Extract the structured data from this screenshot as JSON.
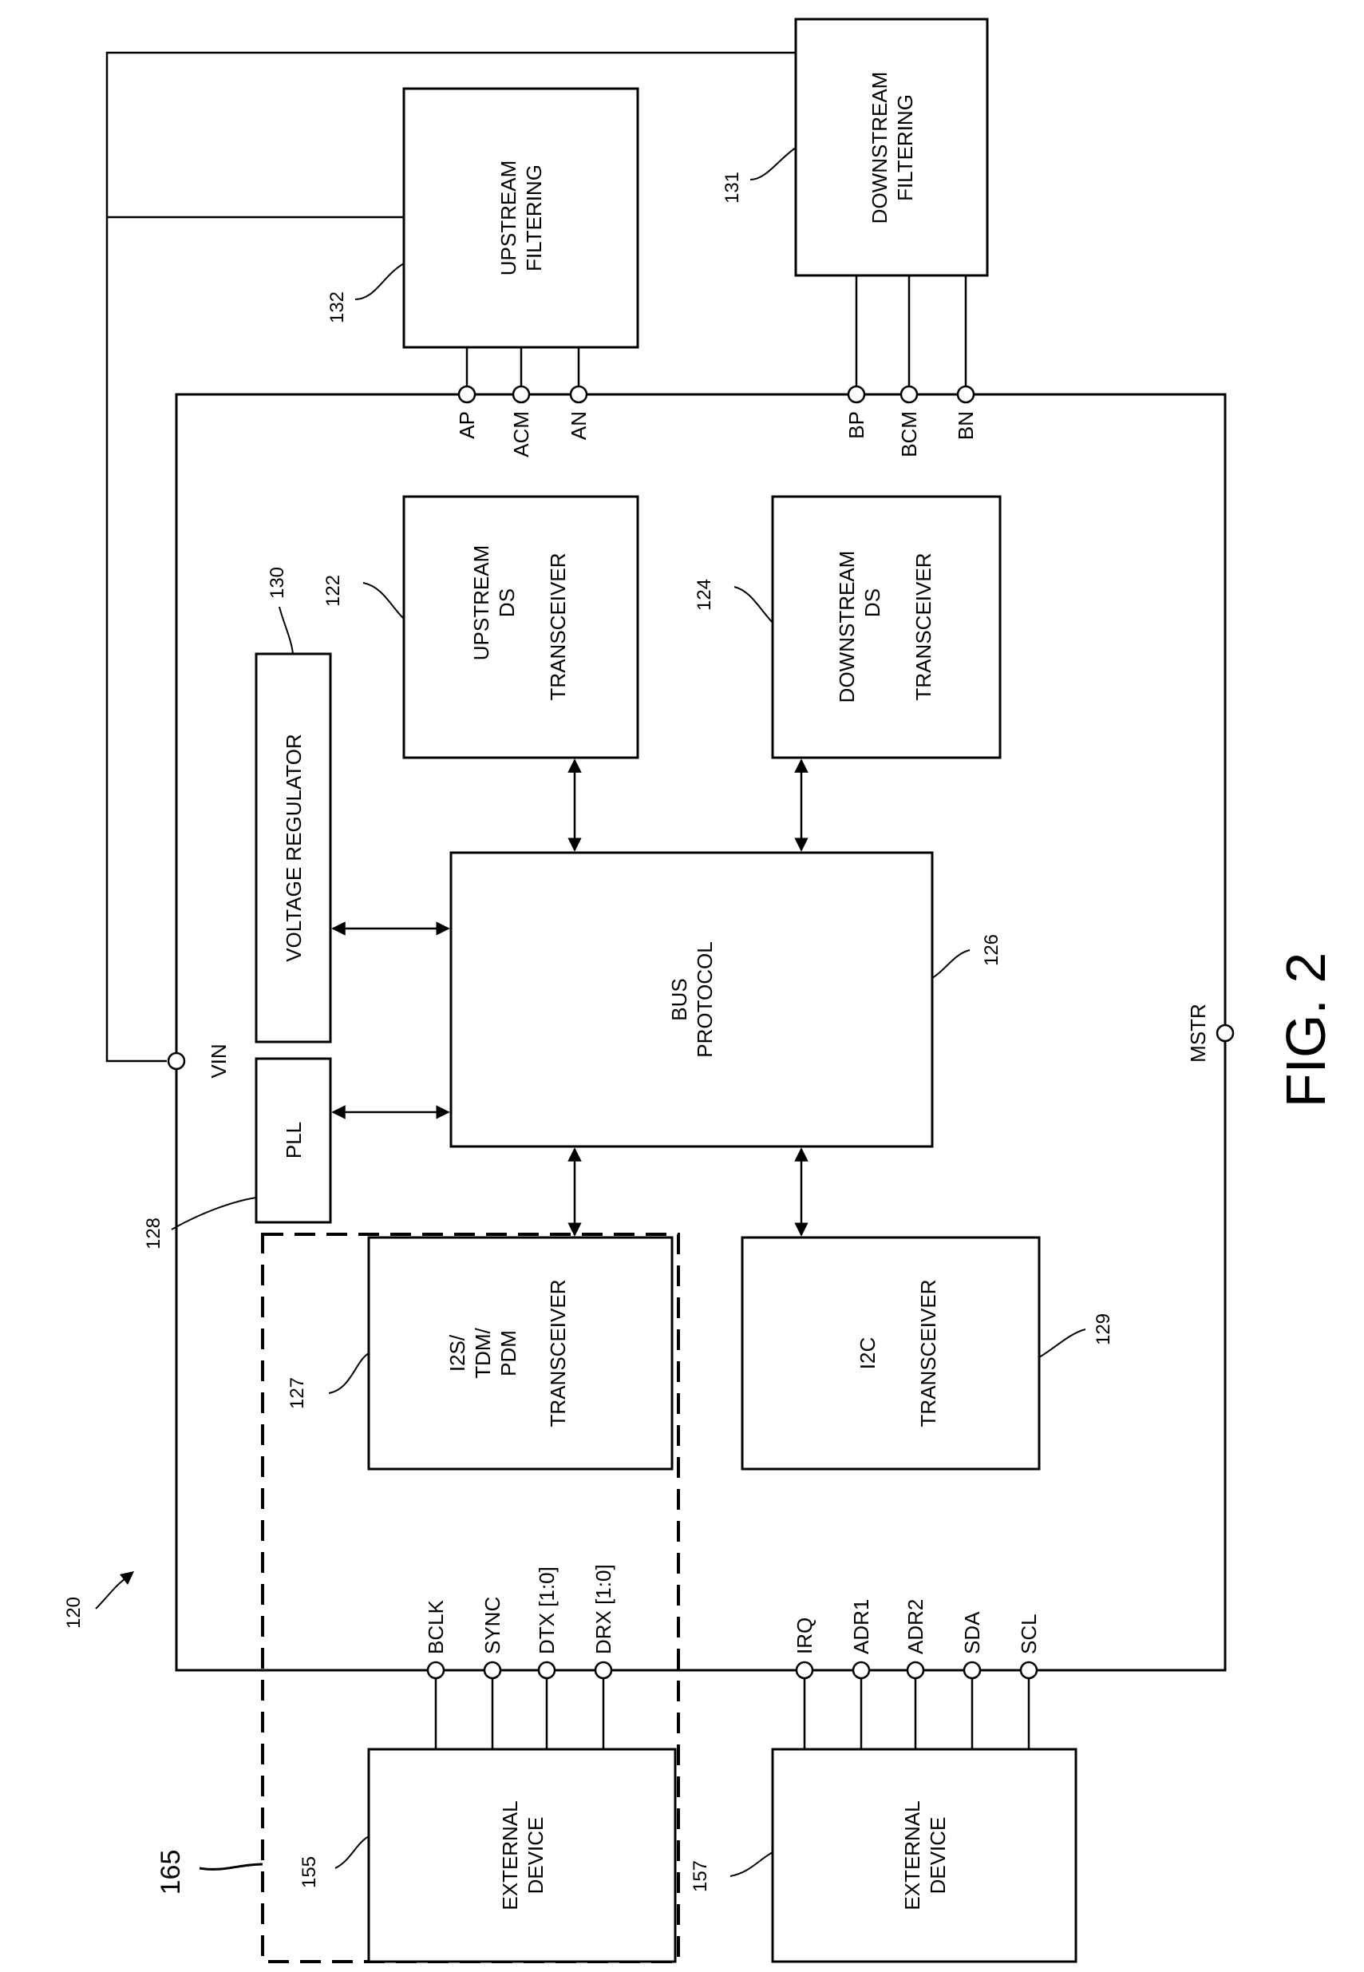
{
  "figure": {
    "title": "FIG. 2",
    "reference": "120"
  },
  "blocks": {
    "upstream_filtering": {
      "lines": [
        "UPSTREAM",
        "FILTERING"
      ],
      "ref": "132"
    },
    "downstream_filtering": {
      "lines": [
        "DOWNSTREAM",
        "FILTERING"
      ],
      "ref": "131"
    },
    "upstream_ds_transceiver": {
      "lines": [
        "UPSTREAM",
        "DS",
        "TRANSCEIVER"
      ],
      "ref": "122"
    },
    "downstream_ds_transceiver": {
      "lines": [
        "DOWNSTREAM",
        "DS",
        "TRANSCEIVER"
      ],
      "ref": "124"
    },
    "voltage_regulator": {
      "lines": [
        "VOLTAGE REGULATOR"
      ],
      "ref": "130"
    },
    "pll": {
      "lines": [
        "PLL"
      ],
      "ref": "128"
    },
    "bus_protocol": {
      "lines": [
        "BUS",
        "PROTOCOL"
      ],
      "ref": "126"
    },
    "i2s_transceiver": {
      "lines": [
        "I2S/",
        "TDM/",
        "PDM",
        "TRANSCEIVER"
      ],
      "ref": "127"
    },
    "i2c_transceiver": {
      "lines": [
        "I2C",
        "TRANSCEIVER"
      ],
      "ref": "129"
    },
    "external_device_1": {
      "lines": [
        "EXTERNAL",
        "DEVICE"
      ],
      "ref": "155"
    },
    "external_device_2": {
      "lines": [
        "EXTERNAL",
        "DEVICE"
      ],
      "ref": "157"
    }
  },
  "dashed_group": {
    "ref": "165"
  },
  "pins": {
    "upstream": [
      "AP",
      "ACM",
      "AN"
    ],
    "downstream": [
      "BP",
      "BCM",
      "BN"
    ],
    "power": "VIN",
    "master": "MSTR",
    "i2s": [
      "BCLK",
      "SYNC",
      "DTX [1:0]",
      "DRX [1:0]"
    ],
    "i2c": [
      "IRQ",
      "ADR1",
      "ADR2",
      "SDA",
      "SCL"
    ]
  }
}
